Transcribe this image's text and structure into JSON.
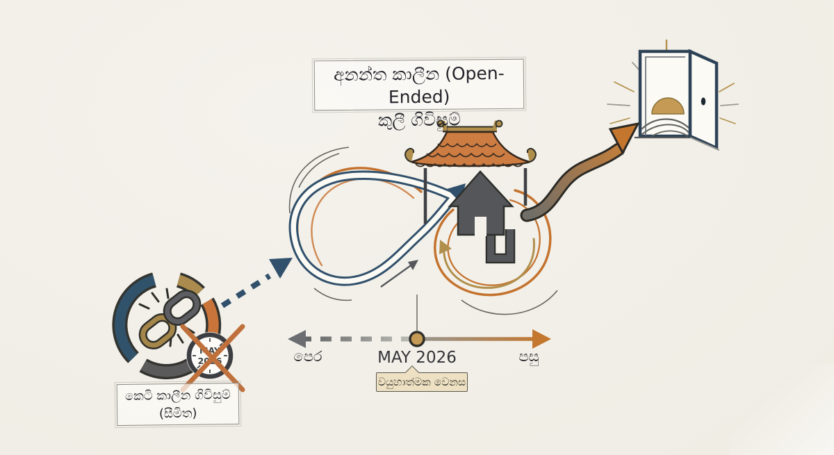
{
  "title": {
    "line1": "අනන්ත කාලීන (Open-Ended)",
    "line2": "කුලී ගිවිසුම්"
  },
  "short_term_label": {
    "line1": "කෙටි කාලීන ගිවිසුම්",
    "line2": "(සීමිත)"
  },
  "clock_badge": {
    "month": "MAY",
    "year": "2026"
  },
  "timeline": {
    "before_label": "පෙර",
    "milestone_label": "MAY 2026",
    "after_label": "පසු",
    "callout_label": "වයුහාත්මක වෙනස"
  },
  "icons": {
    "broken_chain": "broken-chain-icon",
    "expired_clock": "crossed-out-clock-icon",
    "infinity_loop": "infinity-loop-icon",
    "house_arrow": "house-up-arrow-icon",
    "pagoda_roof": "pagoda-roof-icon",
    "open_door": "open-door-sunrise-icon",
    "transition_arrow": "curved-transition-arrow-icon",
    "dashed_arrow": "dashed-arrow-icon",
    "timeline_marker": "timeline-marker-dot"
  },
  "colors": {
    "paper": "#f2efe8",
    "navy": "#31506b",
    "orange": "#c4732f",
    "tan": "#b08f4d",
    "gray": "#55575b",
    "ink": "#26262a",
    "callout_bg": "#eee0c2"
  }
}
